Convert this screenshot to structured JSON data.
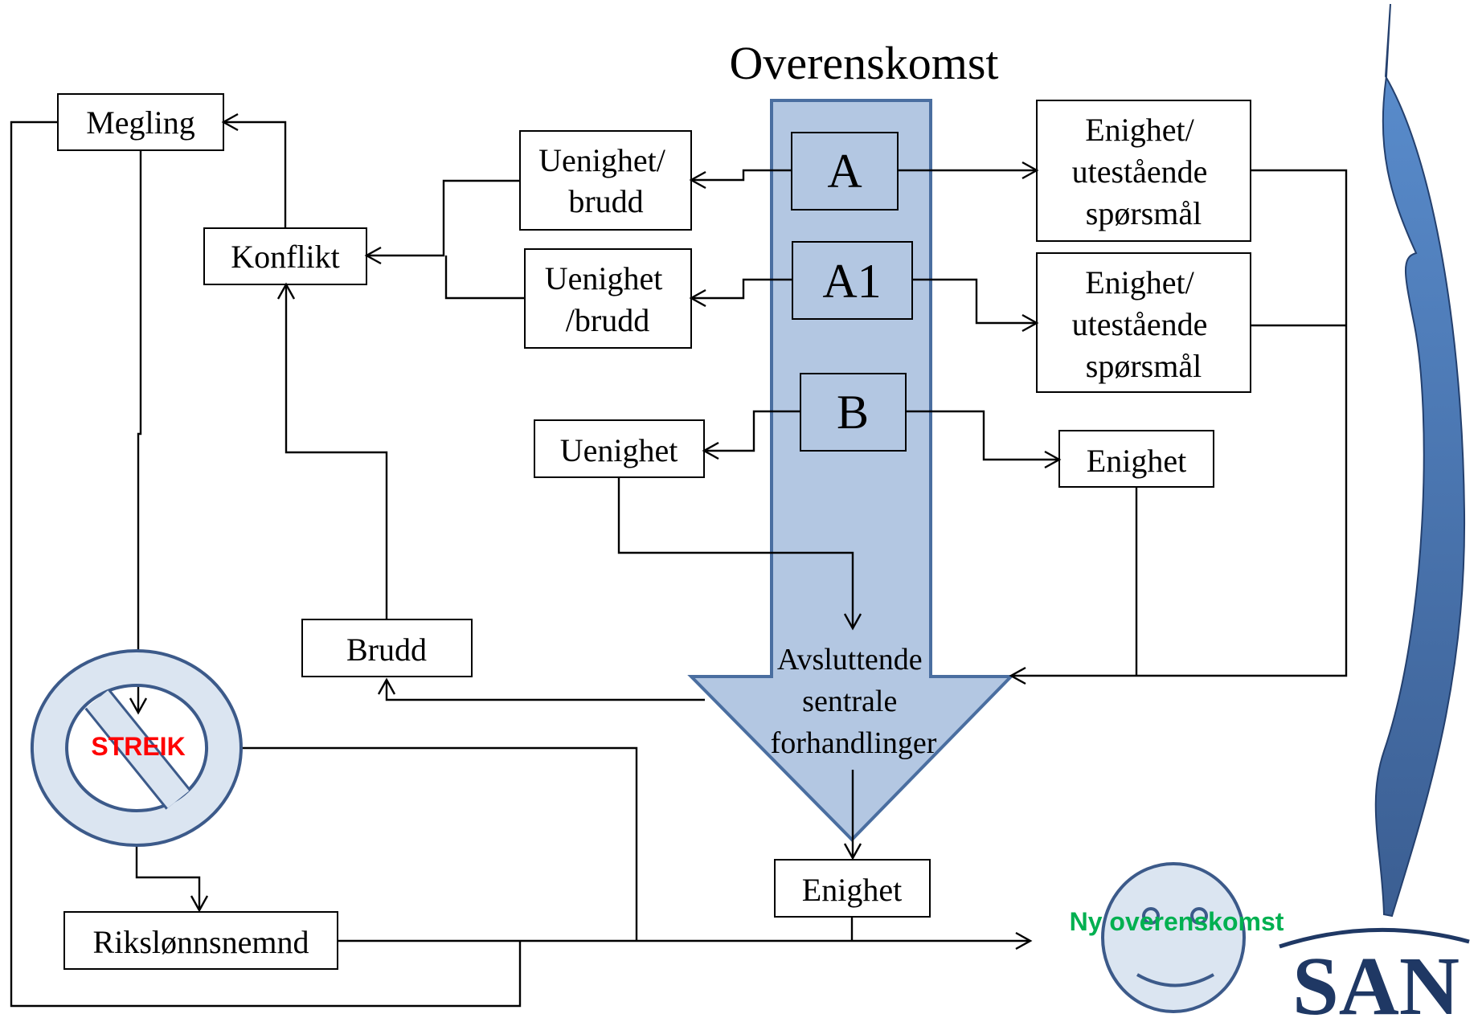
{
  "title": "Overenskomst",
  "nodes": {
    "megling": "Megling",
    "konflikt": "Konflikt",
    "brudd": "Brudd",
    "uenighet_brudd_a": [
      "Uenighet/",
      "brudd"
    ],
    "uenighet_brudd_a1": [
      "Uenighet",
      "/brudd"
    ],
    "uenighet_b": "Uenighet",
    "enighet_a": [
      "Enighet/",
      "utestående",
      "spørsmål"
    ],
    "enighet_a1": [
      "Enighet/",
      "utestående",
      "spørsmål"
    ],
    "enighet_b": "Enighet",
    "enighet_final": "Enighet",
    "rikslonnsnemnd": "Rikslønnsnemnd",
    "avsluttende": [
      "Avsluttende",
      "sentrale",
      "forhandlinger"
    ]
  },
  "stages": {
    "a": "A",
    "a1": "A1",
    "b": "B"
  },
  "streik": "STREIK",
  "ny_overenskomst": "Ny overenskomst",
  "logo_text": "SAN",
  "colors": {
    "arrow_fill": "#b3c7e2",
    "arrow_stroke": "#4a6ea0",
    "streik_text": "#ff0000",
    "ny_overenskomst_text": "#00b050",
    "curved_arrow": "#4f81bd",
    "logo": "#1f3864",
    "smiley_fill": "#dbe5f1",
    "smiley_stroke": "#3c5a8a"
  }
}
